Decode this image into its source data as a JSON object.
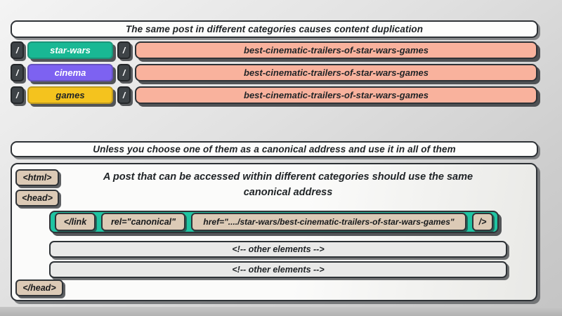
{
  "colors": {
    "category_star_wars": "#19b894",
    "category_cinema": "#7d62f1",
    "category_games": "#f4c31e",
    "slug_bar": "#f9b29d",
    "tag_chip_tan": "#dccab6",
    "canonical_group_teal": "#1fc4a2",
    "dark_key": "#3e4347"
  },
  "section_duplication": {
    "title": "The same post in different categories causes content duplication",
    "slash": "/",
    "rows": [
      {
        "category": "star-wars",
        "slug": "best-cinematic-trailers-of-star-wars-games"
      },
      {
        "category": "cinema",
        "slug": "best-cinematic-trailers-of-star-wars-games"
      },
      {
        "category": "games",
        "slug": "best-cinematic-trailers-of-star-wars-games"
      }
    ]
  },
  "section_canonical": {
    "title": "Unless you choose one of them as a canonical address and use it in all of them",
    "note_line1": "A post that can be accessed within different categories should use the same",
    "note_line2": "canonical address",
    "html_open": "<html>",
    "head_open": "<head>",
    "head_close": "</head>",
    "link": {
      "tag_open": "</link",
      "rel_attr": "rel=\"canonical\"",
      "href_attr": "href=\"..../star-wars/best-cinematic-trailers-of-star-wars-games\"",
      "tag_close": "/>"
    },
    "other_elements": "<!-- other elements -->"
  }
}
